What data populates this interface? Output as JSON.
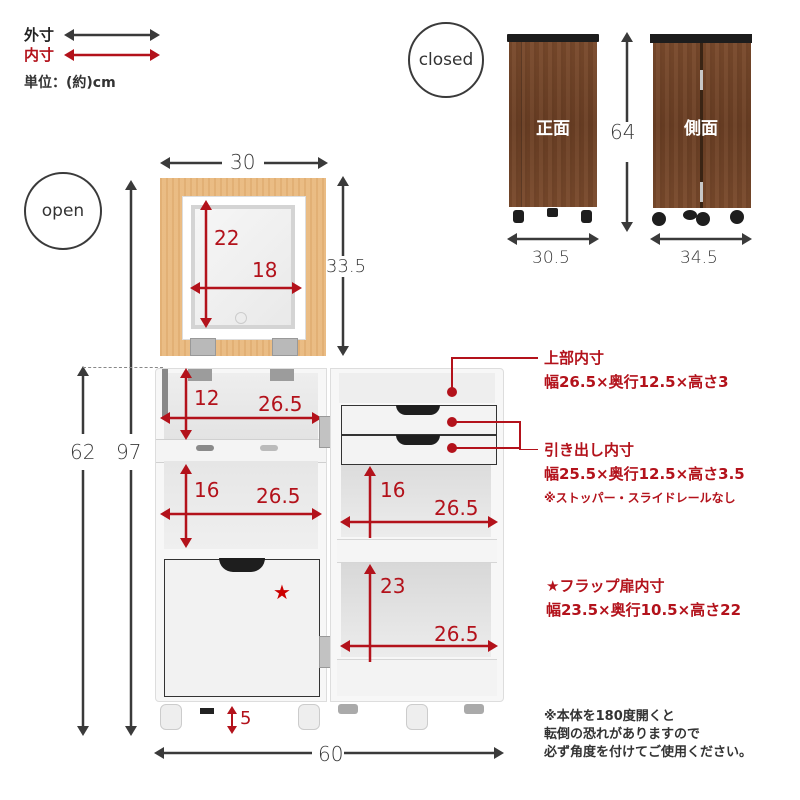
{
  "legend": {
    "outer_label": "外寸",
    "inner_label": "内寸",
    "unit_label": "単位：(約)cm",
    "outer_color": "#3a3a3a",
    "inner_color": "#b3121b"
  },
  "closed": {
    "badge": "closed",
    "front_label": "正面",
    "side_label": "側面",
    "height": "64",
    "front_width": "30.5",
    "side_width": "34.5"
  },
  "open": {
    "badge": "open",
    "mirror_panel_width": "30",
    "mirror_panel_height": "33.5",
    "mirror_height": "22",
    "mirror_width": "18",
    "total_height": "97",
    "body_height": "62",
    "total_width": "60",
    "left_top_inner_height": "12",
    "left_top_inner_width": "26.5",
    "left_mid_inner_height": "16",
    "left_mid_inner_width": "26.5",
    "right_mid_inner_height": "16",
    "right_mid_inner_width": "26.5",
    "right_bottom_inner_height": "23",
    "right_bottom_inner_width": "26.5",
    "floor_clearance": "5",
    "star_marker": "★"
  },
  "callouts": {
    "top_inner": {
      "title": "上部内寸",
      "dims": "幅26.5×奥行12.5×高さ3"
    },
    "drawer_inner": {
      "title": "引き出し内寸",
      "dims": "幅25.5×奥行12.5×高さ3.5",
      "note": "※ストッパー・スライドレールなし"
    },
    "flap_inner": {
      "title": "★フラップ扉内寸",
      "dims": "幅23.5×奥行10.5×高さ22"
    }
  },
  "warning": {
    "line1": "※本体を180度開くと",
    "line2": "転倒の恐れがありますので",
    "line3": "必ず角度を付けてご使用ください。"
  },
  "colors": {
    "accent_red": "#b3121b",
    "arrow_dark": "#3a3a3a",
    "walnut": "#6e4127",
    "light_wood": "#e9b97e"
  }
}
